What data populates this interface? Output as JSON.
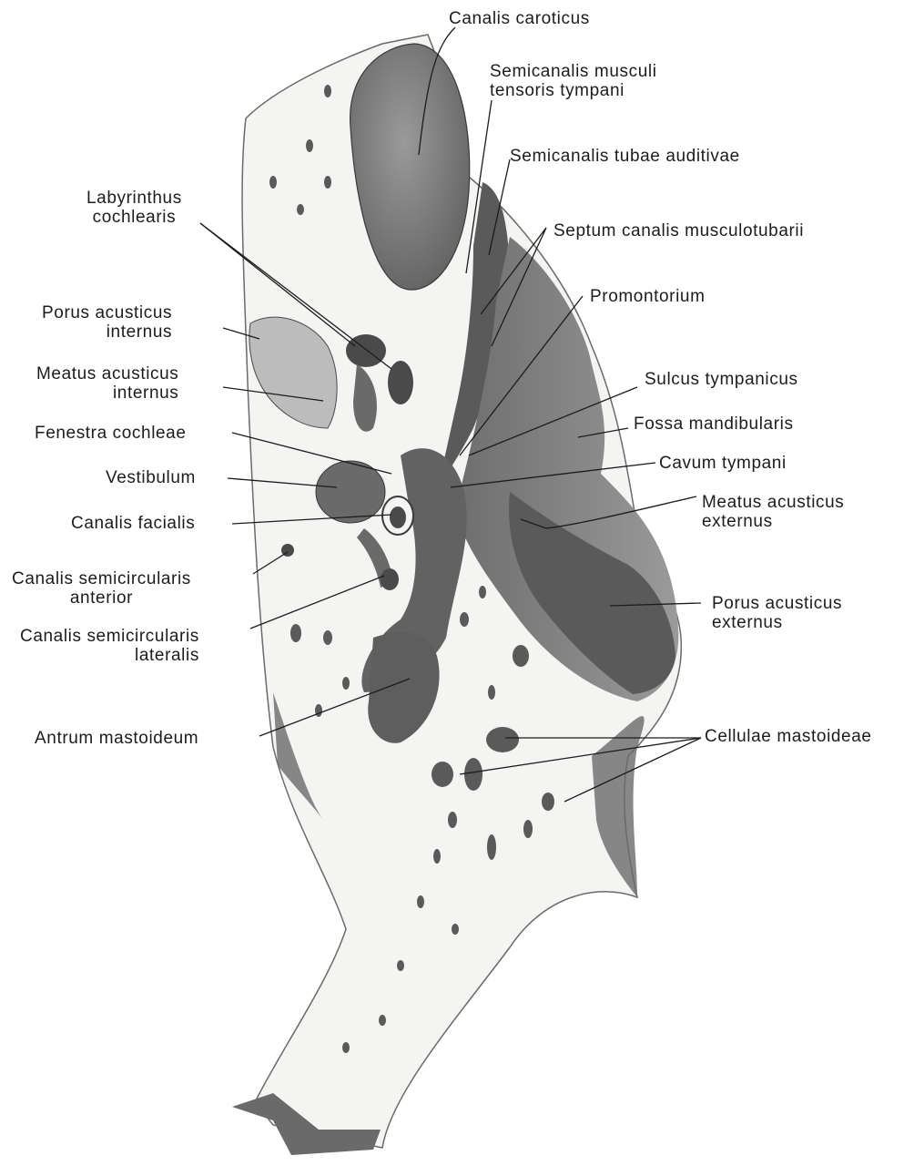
{
  "labels": {
    "canalis_caroticus": "Canalis caroticus",
    "semicanalis_musculi": [
      "Semicanalis musculi",
      "tensoris tympani"
    ],
    "semicanalis_tubae": "Semicanalis tubae  auditivae",
    "septum": "Septum canalis musculotubarii",
    "labyrinthus": [
      "Labyrinthus",
      "cochlearis"
    ],
    "promontorium": "Promontorium",
    "porus_internus": [
      "Porus acusticus",
      "internus"
    ],
    "meatus_internus": [
      "Meatus acusticus",
      "internus"
    ],
    "sulcus": "Sulcus tympanicus",
    "fenestra": "Fenestra cochleae",
    "fossa": "Fossa mandibularis",
    "vestibulum": "Vestibulum",
    "cavum": "Cavum tympani",
    "meatus_externus": [
      "Meatus acusticus",
      "externus"
    ],
    "canalis_facialis": "Canalis facialis",
    "semicircularis_anterior": [
      "Canalis semicircularis",
      "anterior"
    ],
    "porus_externus": [
      "Porus acusticus",
      "externus"
    ],
    "semicircularis_lateralis": [
      "Canalis semicircularis",
      "lateralis"
    ],
    "antrum": "Antrum mastoideum",
    "cellulae": "Cellulae mastoideae"
  },
  "colors": {
    "bone": "#f4f4f2",
    "shade_dark": "#5c5c5c",
    "shade_mid": "#8a8a8a",
    "shade_light": "#b9b9b9",
    "ink": "#1c1c1c"
  }
}
